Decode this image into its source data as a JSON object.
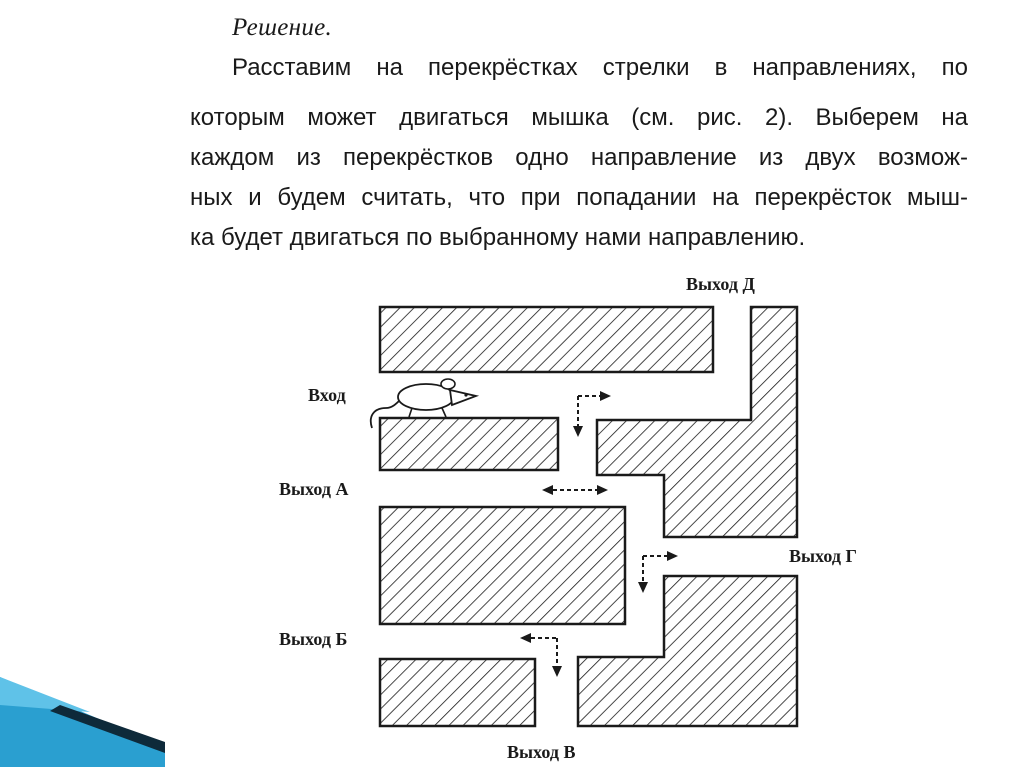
{
  "solution": {
    "heading": "Решение.",
    "lines": [
      "Расставим на перекрёстках стрелки в направлениях, по",
      "которым может двигаться мышка (см. рис. 2). Выберем на",
      "каждом из перекрёстков одно направление из двух возмож-",
      "ных и будем считать, что при попадании на перекрёсток мыш-",
      "ка будет двигаться по выбранному нами направлению."
    ]
  },
  "figure": {
    "labels": {
      "entrance": "Вход",
      "exit_a": "Выход А",
      "exit_b": "Выход Б",
      "exit_v": "Выход В",
      "exit_g": "Выход Г",
      "exit_d": "Выход Д"
    },
    "icons": {
      "mouse": "mouse-icon",
      "arrow_right": "arrow-right-icon",
      "arrow_down": "arrow-down-icon",
      "arrow_left": "arrow-left-icon",
      "arrow_both": "arrow-left-right-icon"
    }
  },
  "colors": {
    "ink": "#1a1a1a",
    "background": "#ffffff",
    "deco_blue": "#2a9fd0",
    "deco_dark": "#0e2a3a"
  }
}
